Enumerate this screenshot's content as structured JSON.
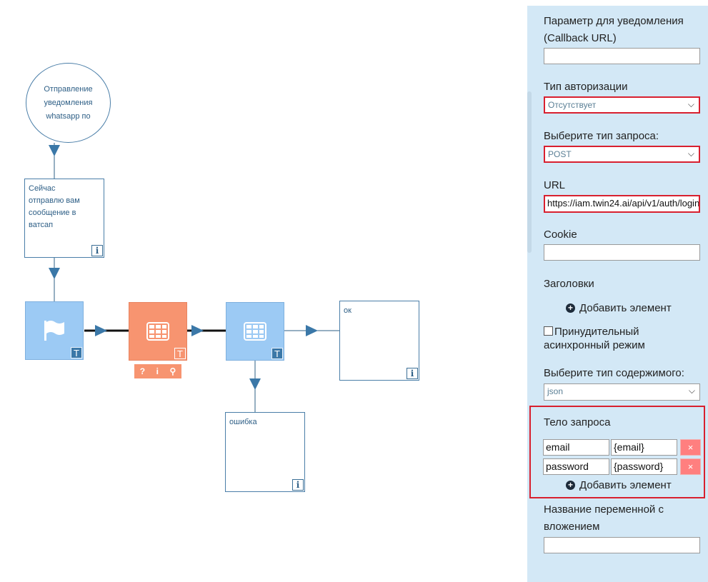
{
  "flow": {
    "start_node": {
      "text": "Отправление\nуведомления\nwhatsapp по"
    },
    "message_node": {
      "text": "Сейчас\nотправлю вам\nсообщение в\nватсап"
    },
    "ok_node": {
      "text": "ок"
    },
    "error_node": {
      "text": "ошибка"
    },
    "badge_info": "i",
    "badge_t": "T",
    "toolbar_icons": [
      "?",
      "i",
      "⚲"
    ]
  },
  "panel": {
    "callback_label": "Параметр для уведомления (Callback URL)",
    "callback_value": "",
    "auth_label": "Тип авторизации",
    "auth_value": "Отсутствует",
    "request_type_label": "Выберите тип запроса:",
    "request_type_value": "POST",
    "url_label": "URL",
    "url_value": "https://iam.twin24.ai/api/v1/auth/login",
    "cookie_label": "Cookie",
    "cookie_value": "",
    "headers_label": "Заголовки",
    "add_element_label": "Добавить элемент",
    "async_label": "Принудительный асинхронный режим",
    "content_type_label": "Выберите тип содержимого:",
    "content_type_value": "json",
    "body_label": "Тело запроса",
    "body_rows": [
      {
        "key": "email",
        "value": "{email}",
        "delete": "×"
      },
      {
        "key": "password",
        "value": "{password}",
        "delete": "×"
      }
    ],
    "attachment_label": "Название переменной с вложением",
    "attachment_value": "",
    "chevron": "⌵",
    "colors": {
      "panel_bg": "#d3e8f6",
      "highlight": "#d8202f",
      "blue_block": "#9ccaf4",
      "orange_block": "#f79470"
    }
  }
}
